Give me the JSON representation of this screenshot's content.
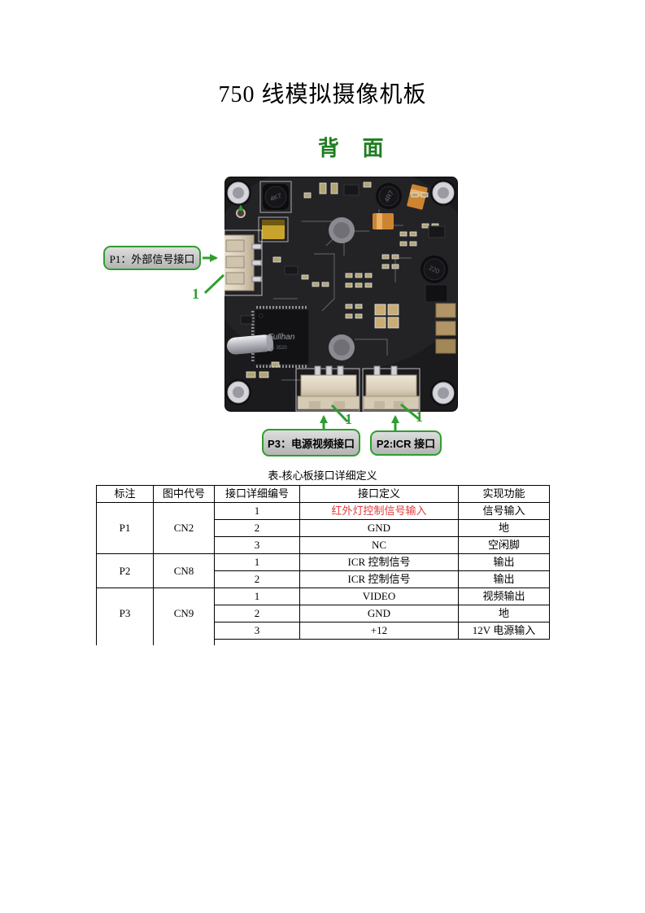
{
  "page": {
    "title": "750 线模拟摄像机板",
    "side_label": "背 面"
  },
  "board_photo": {
    "labels": {
      "inductor_tl": "4K7",
      "inductor_tr": "4R7",
      "inductor_right": "220",
      "chip_brand": "Fullhan",
      "chip_model": "3520"
    }
  },
  "callouts": {
    "p1": {
      "label": "P1：外部信号接口",
      "pin_marker": "1"
    },
    "p3": {
      "label": "P3：电源视频接口",
      "pin_marker": "1"
    },
    "p2": {
      "label": "P2:ICR 接口",
      "pin_marker": "1"
    }
  },
  "pin_table": {
    "caption": "表-核心板接口详细定义",
    "headers": [
      "标注",
      "图中代号",
      "接口详细编号",
      "接口定义",
      "实现功能"
    ],
    "groups": [
      {
        "label": "P1",
        "code": "CN2",
        "pins": [
          {
            "num": "1",
            "def": "红外灯控制信号输入",
            "func": "信号输入"
          },
          {
            "num": "2",
            "def": "GND",
            "func": "地"
          },
          {
            "num": "3",
            "def": "NC",
            "func": "空闲脚"
          }
        ]
      },
      {
        "label": "P2",
        "code": "CN8",
        "pins": [
          {
            "num": "1",
            "def": "ICR 控制信号",
            "func": "输出"
          },
          {
            "num": "2",
            "def": "ICR 控制信号",
            "func": "输出"
          }
        ]
      },
      {
        "label": "P3",
        "code": "CN9",
        "pins": [
          {
            "num": "1",
            "def": "VIDEO",
            "func": "视频输出"
          },
          {
            "num": "2",
            "def": "GND",
            "func": "地"
          },
          {
            "num": "3",
            "def": "+12",
            "func": "12V 电源输入"
          }
        ]
      }
    ]
  },
  "colors": {
    "annotation_green": "#2f9e2f",
    "label_green_dark": "#1f7e1f",
    "highlight_red": "#e13c3c"
  }
}
